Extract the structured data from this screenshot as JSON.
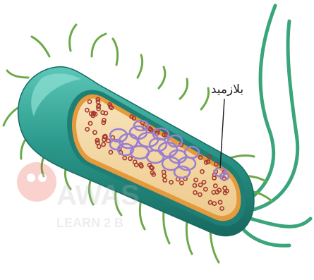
{
  "diagram": {
    "labels": {
      "plasmid": "بلازميد"
    },
    "watermark": {
      "line1": "AWAS",
      "line2": "LEARN 2 B"
    },
    "colors": {
      "capsule": "#2b9a8c",
      "capsule_dark": "#1f7f74",
      "capsule_light": "#4fc0b1",
      "wall": "#e59a3e",
      "cytoplasm": "#f3d9a8",
      "ribosome": "#a8392f",
      "dna": "#9a7fd0",
      "flagella": "#3aa57a",
      "pili": "#6ca94a"
    }
  }
}
